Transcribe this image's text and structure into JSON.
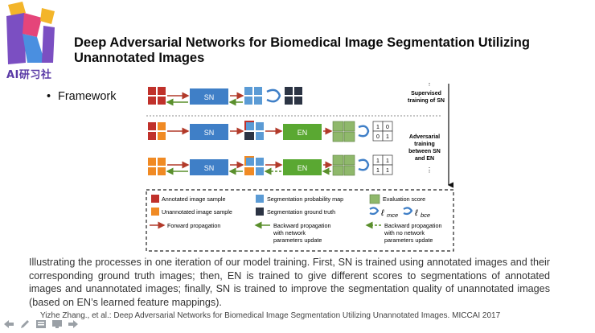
{
  "logo": {
    "brand_text": "AI研习社"
  },
  "slide": {
    "title": "Deep Adversarial Networks for Biomedical Image Segmentation Utilizing Unannotated Images",
    "bullet": "Framework",
    "description": "Illustrating the processes in one iteration of our model training.  First, SN is trained using annotated images and their corresponding ground truth images; then, EN is trained to give different scores to segmentations of annotated images and unannotated images; finally, SN is trained to improve the segmentation quality of unannotated images (based on EN’s learned feature mappings).",
    "citation": "Yizhe Zhang., et al.: Deep Adversarial Networks for Biomedical Image Segmentation Utilizing Unannotated Images. MICCAI 2017"
  },
  "diagram": {
    "sn_label": "SN",
    "en_label": "EN",
    "score_matrix_1": [
      "1",
      "0",
      "0",
      "1"
    ],
    "score_matrix_2": [
      "1",
      "1",
      "1",
      "1"
    ],
    "stage_1_label": [
      "Supervised",
      "training of SN"
    ],
    "stage_2_label": [
      "Adversarial",
      "training",
      "between SN",
      "and EN"
    ],
    "legend": {
      "annotated": "Annotated image sample",
      "unannotated": "Unannotated image sample",
      "forward": "Forward propagation",
      "seg_prob": "Segmentation probability map",
      "ground_truth": "Segmentation ground truth",
      "backward_update": [
        "Backward propagation",
        "with network",
        "parameters update"
      ],
      "eval_score": "Evaluation score",
      "backward_no_update": [
        "Backward propagation",
        "with no network",
        "parameters update"
      ]
    },
    "loss_mce": "mce",
    "loss_bce": "bce",
    "loss_symbol": "ℓ",
    "colors": {
      "annotated": "#c0312b",
      "unannotated": "#f08a24",
      "seg_prob": "#5b9bd5",
      "ground_truth": "#2c3444",
      "eval_score": "#8fb86b",
      "sn_box": "#3f7fc7",
      "en_box": "#5aa832",
      "forward_arrow": "#b23a2a",
      "backward_arrow": "#5a8f2c"
    }
  },
  "nav": {
    "icons": [
      "arrow-left-icon",
      "pencil-icon",
      "slides-icon",
      "screen-icon",
      "arrow-right-icon"
    ]
  }
}
